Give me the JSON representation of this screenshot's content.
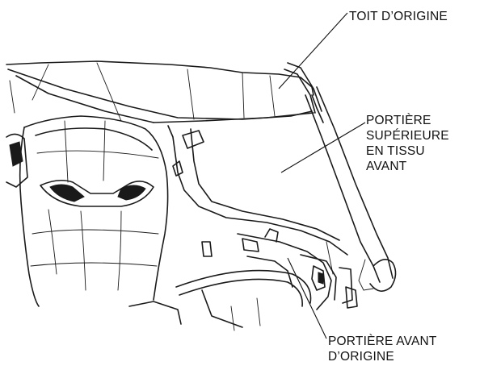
{
  "labels": {
    "roof": "TOIT D’ORIGINE",
    "fabric_door": [
      "PORTIÈRE",
      "SUPÉRIEURE",
      "EN TISSU",
      "AVANT"
    ],
    "front_door": [
      "PORTIÈRE AVANT",
      "D’ORIGINE"
    ]
  }
}
